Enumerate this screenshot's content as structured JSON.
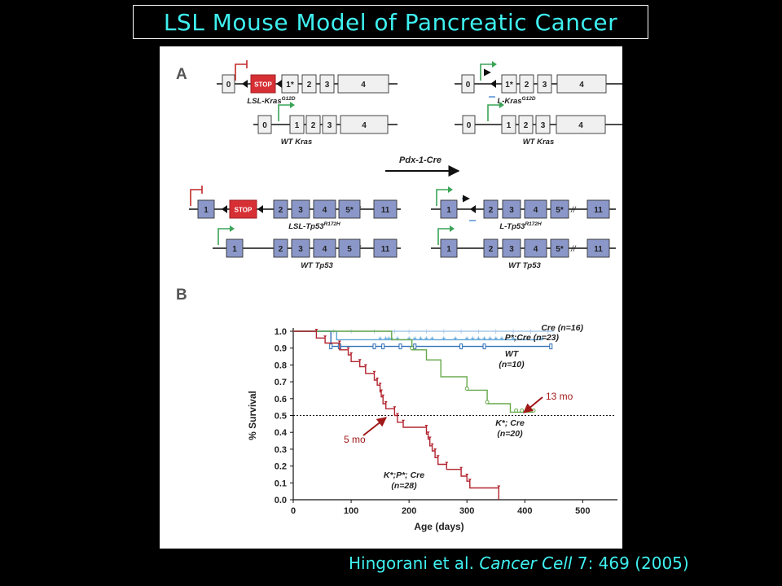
{
  "slide_title": "LSL Mouse Model of Pancreatic Cancer",
  "citation": {
    "authors": "Hingorani et al.",
    "journal": "Cancer Cell",
    "rest": " 7: 469 (2005)"
  },
  "panel_a": {
    "label": "A",
    "cre_label": "Pdx-1-Cre",
    "stop_label": "STOP",
    "constructs": {
      "lsl_kras": {
        "name": "LSL-Kras",
        "sup": "G12D",
        "exons": [
          "0",
          "1*",
          "2",
          "3",
          "4"
        ]
      },
      "wt_kras_left": {
        "name": "WT Kras",
        "exons": [
          "0",
          "1",
          "2",
          "3",
          "4"
        ]
      },
      "l_kras": {
        "name": "L-Kras",
        "sup": "G12D",
        "exons": [
          "0",
          "1*",
          "2",
          "3",
          "4"
        ]
      },
      "wt_kras_right": {
        "name": "WT Kras",
        "exons": [
          "0",
          "1",
          "2",
          "3",
          "4"
        ]
      },
      "lsl_tp53": {
        "name": "LSL-Tp53",
        "sup": "R172H",
        "exons": [
          "1",
          "2",
          "3",
          "4",
          "5*",
          "11"
        ]
      },
      "wt_tp53_left": {
        "name": "WT Tp53",
        "exons": [
          "1",
          "2",
          "3",
          "4",
          "5",
          "11"
        ]
      },
      "l_tp53": {
        "name": "L-Tp53",
        "sup": "R172H",
        "exons": [
          "1",
          "2",
          "3",
          "4",
          "5*",
          "11"
        ]
      },
      "wt_tp53_right": {
        "name": "WT Tp53",
        "exons": [
          "1",
          "2",
          "3",
          "4",
          "5*",
          "11"
        ]
      }
    }
  },
  "panel_b": {
    "label": "B",
    "annotations": {
      "median_kpc": "5 mo",
      "median_kc": "13 mo"
    }
  },
  "chart_data": {
    "type": "line",
    "subtype": "kaplan-meier",
    "xlabel": "Age (days)",
    "ylabel": "% Survival",
    "xlim": [
      0,
      560
    ],
    "ylim": [
      0,
      1.0
    ],
    "x_ticks": [
      0,
      100,
      200,
      300,
      400,
      500
    ],
    "y_ticks": [
      0.0,
      0.1,
      0.2,
      0.3,
      0.4,
      0.5,
      0.6,
      0.7,
      0.8,
      0.9,
      1.0
    ],
    "reference_line_y": 0.5,
    "series": [
      {
        "name": "Cre (n=16)",
        "label_lines": [
          "Cre (n=16)"
        ],
        "color": "#aac9e8",
        "steps": [
          [
            0,
            1.0
          ],
          [
            450,
            1.0
          ]
        ],
        "censor": [
          40,
          70,
          100,
          140,
          175,
          200,
          230,
          260,
          290,
          320,
          350,
          380,
          410,
          440
        ]
      },
      {
        "name": "P*;Cre (n=23)",
        "label_lines": [
          "P*;Cre (n=23)"
        ],
        "color": "#5aa3d8",
        "steps": [
          [
            0,
            1.0
          ],
          [
            75,
            1.0
          ],
          [
            75,
            0.95
          ],
          [
            430,
            0.95
          ]
        ],
        "censor": [
          150,
          160,
          165,
          170,
          180,
          200,
          210,
          220,
          230,
          240,
          260,
          280,
          300,
          310,
          320,
          330,
          340,
          350,
          360,
          380,
          430
        ]
      },
      {
        "name": "WT (n=10)",
        "label_lines": [
          "WT",
          "(n=10)"
        ],
        "color": "#2f6fb8",
        "steps": [
          [
            0,
            1.0
          ],
          [
            65,
            1.0
          ],
          [
            65,
            0.91
          ],
          [
            445,
            0.91
          ]
        ],
        "censor": [
          65,
          80,
          140,
          155,
          185,
          210,
          290,
          330,
          445
        ]
      },
      {
        "name": "K*; Cre (n=20)",
        "label_lines": [
          "K*; Cre",
          "(n=20)"
        ],
        "color": "#66a84a",
        "steps": [
          [
            0,
            1.0
          ],
          [
            170,
            1.0
          ],
          [
            170,
            0.95
          ],
          [
            205,
            0.95
          ],
          [
            205,
            0.89
          ],
          [
            230,
            0.89
          ],
          [
            230,
            0.83
          ],
          [
            255,
            0.83
          ],
          [
            255,
            0.73
          ],
          [
            300,
            0.73
          ],
          [
            300,
            0.65
          ],
          [
            335,
            0.65
          ],
          [
            335,
            0.57
          ],
          [
            375,
            0.57
          ],
          [
            375,
            0.52
          ],
          [
            415,
            0.52
          ]
        ],
        "censor": [
          205,
          300,
          335,
          385,
          395,
          415
        ]
      },
      {
        "name": "K*;P*; Cre (n=28)",
        "label_lines": [
          "K*;P*; Cre",
          "(n=28)"
        ],
        "color": "#b2242f",
        "steps": [
          [
            0,
            1.0
          ],
          [
            40,
            1.0
          ],
          [
            40,
            0.96
          ],
          [
            55,
            0.96
          ],
          [
            55,
            0.93
          ],
          [
            80,
            0.93
          ],
          [
            80,
            0.89
          ],
          [
            95,
            0.89
          ],
          [
            95,
            0.86
          ],
          [
            100,
            0.86
          ],
          [
            100,
            0.82
          ],
          [
            115,
            0.82
          ],
          [
            115,
            0.79
          ],
          [
            125,
            0.79
          ],
          [
            125,
            0.75
          ],
          [
            140,
            0.75
          ],
          [
            140,
            0.71
          ],
          [
            145,
            0.71
          ],
          [
            145,
            0.68
          ],
          [
            150,
            0.68
          ],
          [
            150,
            0.64
          ],
          [
            152,
            0.64
          ],
          [
            152,
            0.61
          ],
          [
            155,
            0.61
          ],
          [
            155,
            0.57
          ],
          [
            160,
            0.57
          ],
          [
            160,
            0.54
          ],
          [
            175,
            0.54
          ],
          [
            175,
            0.5
          ],
          [
            180,
            0.5
          ],
          [
            180,
            0.46
          ],
          [
            190,
            0.46
          ],
          [
            190,
            0.43
          ],
          [
            230,
            0.43
          ],
          [
            230,
            0.39
          ],
          [
            233,
            0.39
          ],
          [
            233,
            0.36
          ],
          [
            236,
            0.36
          ],
          [
            236,
            0.32
          ],
          [
            240,
            0.32
          ],
          [
            240,
            0.29
          ],
          [
            245,
            0.29
          ],
          [
            245,
            0.25
          ],
          [
            250,
            0.25
          ],
          [
            250,
            0.21
          ],
          [
            265,
            0.21
          ],
          [
            265,
            0.18
          ],
          [
            290,
            0.18
          ],
          [
            290,
            0.14
          ],
          [
            300,
            0.14
          ],
          [
            300,
            0.11
          ],
          [
            305,
            0.11
          ],
          [
            305,
            0.07
          ],
          [
            355,
            0.07
          ],
          [
            355,
            0.0
          ]
        ],
        "censor": []
      }
    ]
  }
}
